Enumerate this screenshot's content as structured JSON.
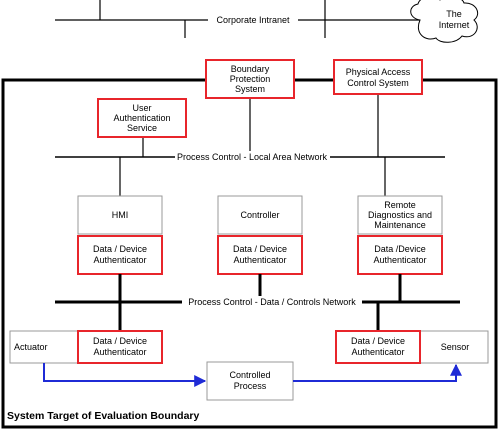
{
  "corporate_intranet": "Corporate Intranet",
  "internet": [
    "The",
    "Internet"
  ],
  "boundary_protection": [
    "Boundary",
    "Protection",
    "System"
  ],
  "physical_access": [
    "Physical Access",
    "Control System"
  ],
  "user_auth": [
    "User",
    "Authentication",
    "Service"
  ],
  "lan_label": "Process Control - Local Area Network",
  "hmi": "HMI",
  "controller": "Controller",
  "remote_diag": [
    "Remote",
    "Diagnostics and",
    "Maintenance"
  ],
  "auth_hmi": [
    "Data / Device",
    "Authenticator"
  ],
  "auth_controller": [
    "Data / Device",
    "Authenticator"
  ],
  "auth_remote": [
    "Data /Device",
    "Authenticator"
  ],
  "data_network_label": "Process Control - Data / Controls Network",
  "actuator": "Actuator",
  "auth_actuator": [
    "Data / Device",
    "Authenticator"
  ],
  "auth_sensor": [
    "Data / Device",
    "Authenticator"
  ],
  "sensor": "Sensor",
  "controlled_process": [
    "Controlled",
    "Process"
  ],
  "toe_boundary": "System Target of Evaluation Boundary",
  "colors": {
    "red_border": "#e8252b",
    "gray_border": "#999999",
    "arrow_blue": "#1f2bd6",
    "line": "#000000"
  }
}
